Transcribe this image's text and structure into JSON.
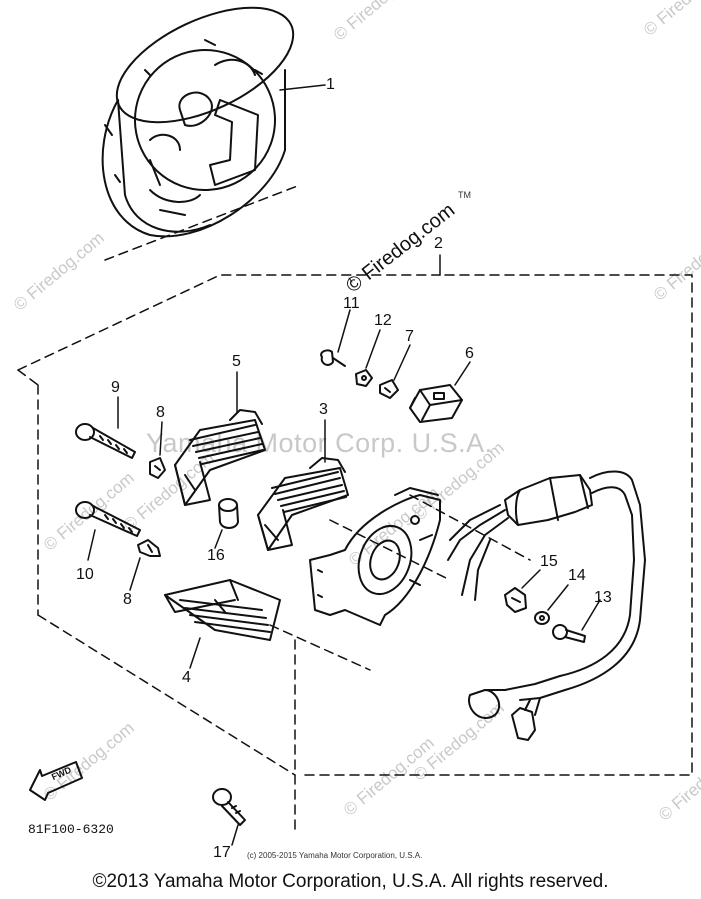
{
  "diagram": {
    "callouts": [
      "1",
      "2",
      "3",
      "4",
      "5",
      "6",
      "7",
      "8",
      "8",
      "9",
      "10",
      "11",
      "12",
      "13",
      "14",
      "15",
      "16",
      "17"
    ],
    "watermark_corp": "Yamaha Motor Corp. U.S.A.",
    "watermark_site": "© Firedog.com",
    "brand_mark": "© Firedog.com",
    "brand_tm": "TM",
    "arrow_label": "FWD",
    "part_code": "81F100-6320",
    "small_copyright": "(c) 2005-2015 Yamaha Motor Corporation, U.S.A.",
    "footer_copyright": "©2013 Yamaha Motor Corporation, U.S.A. All rights reserved."
  },
  "colors": {
    "ink": "#111111",
    "watermark": "#c9c9c9"
  }
}
